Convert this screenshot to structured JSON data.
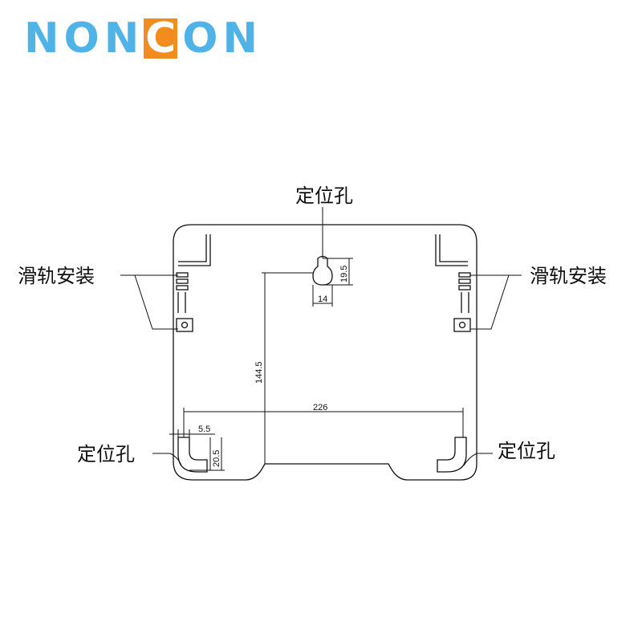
{
  "logo": {
    "prefix": "NON",
    "highlight": "C",
    "suffix": "ON",
    "brand_color": "#4fb3e8",
    "accent_color": "#f28c1e"
  },
  "labels": {
    "top_locating_hole": "定位孔",
    "left_rail_mount": "滑轨安装",
    "right_rail_mount": "滑轨安装",
    "left_locating_hole": "定位孔",
    "right_locating_hole": "定位孔"
  },
  "dimensions": {
    "slot_depth": "19.5",
    "slot_width": "14",
    "vertical_span": "144.5",
    "horizontal_span": "226",
    "left_offset": "5.5",
    "corner_offset": "20.5"
  }
}
